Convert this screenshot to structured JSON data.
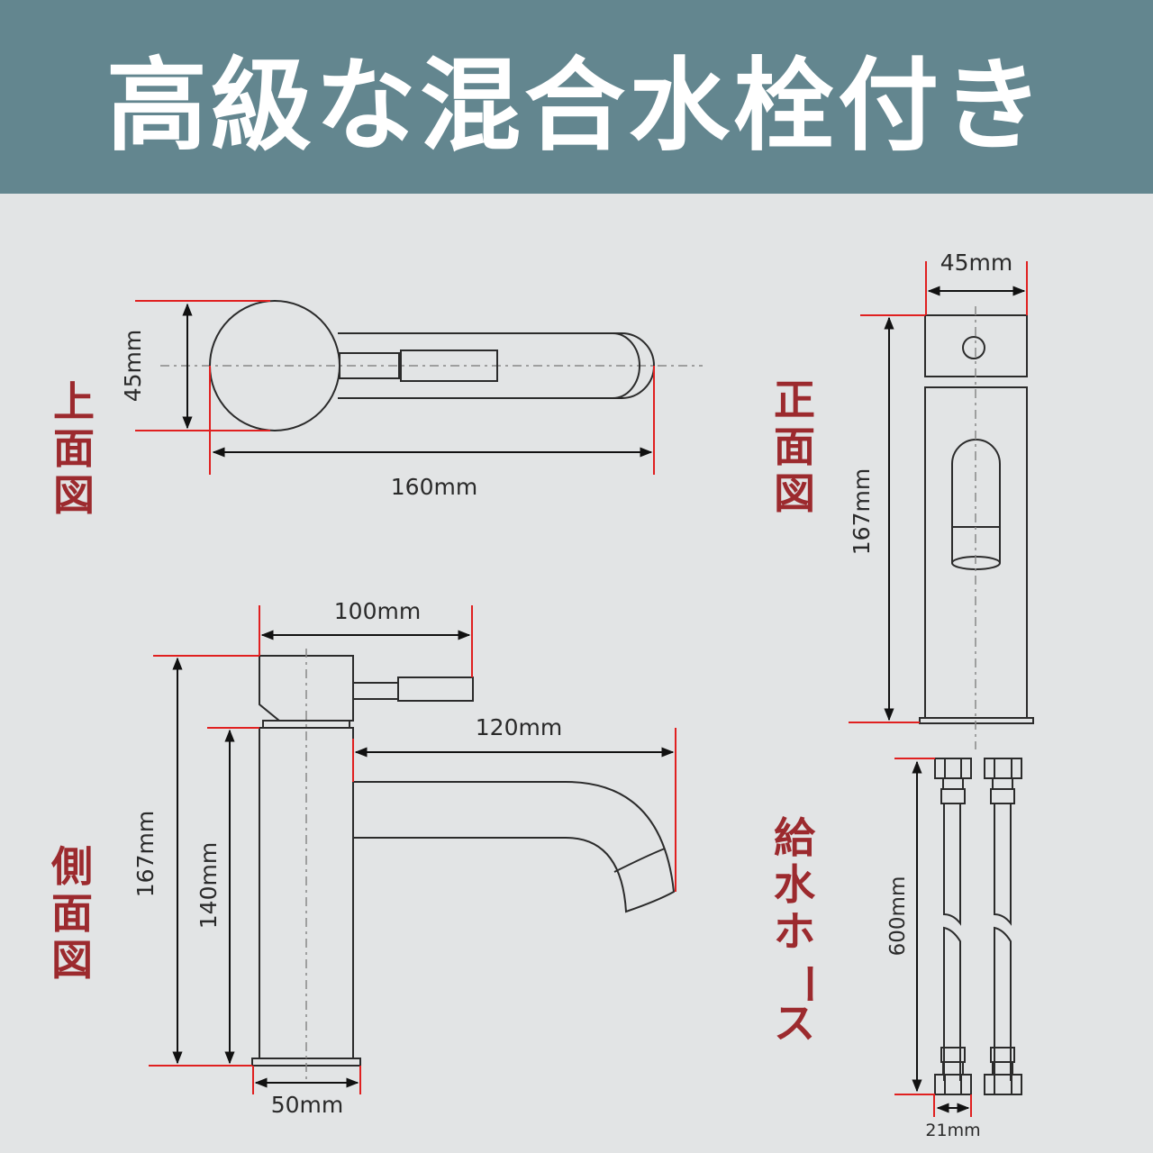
{
  "title": "高級な混合水栓付き",
  "views": {
    "top": {
      "label": [
        "上",
        "面",
        "図"
      ],
      "width_dim": "45mm",
      "length_dim": "160mm"
    },
    "front": {
      "label": [
        "正",
        "面",
        "図"
      ],
      "width_dim": "45mm",
      "height_dim": "167mm"
    },
    "side": {
      "label": [
        "側",
        "面",
        "図"
      ],
      "total_height_dim": "167mm",
      "body_height_dim": "140mm",
      "lever_dim": "100mm",
      "spout_dim": "120mm",
      "base_dim": "50mm"
    },
    "hose": {
      "label": [
        "給",
        "水",
        "ホ",
        "ー",
        "ス"
      ],
      "length_dim": "600mm",
      "diameter_dim": "21mm"
    }
  },
  "colors": {
    "header": "#63868f",
    "background": "#e2e4e5",
    "label": "#9c2a2e",
    "dimension_line": "#e02020"
  }
}
